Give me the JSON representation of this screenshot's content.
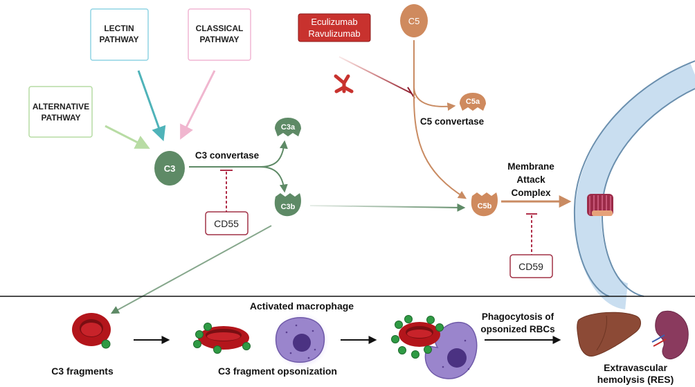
{
  "pathways": {
    "lectin": [
      "LECTIN",
      "PATHWAY"
    ],
    "classical": [
      "CLASSICAL",
      "PATHWAY"
    ],
    "alternative": [
      "ALTERNATIVE",
      "PATHWAY"
    ]
  },
  "drugs": [
    "Eculizumab",
    "Ravulizumab"
  ],
  "nodes": {
    "c5": "C5",
    "c5a": "C5a",
    "c5b": "C5b",
    "c3": "C3",
    "c3a": "C3a",
    "c3b": "C3b"
  },
  "labels": {
    "c5_convertase": "C5 convertase",
    "c3_convertase": "C3 convertase",
    "mac": [
      "Membrane",
      "Attack",
      "Complex"
    ],
    "cd55": "CD55",
    "cd59": "CD59"
  },
  "bottom": {
    "c3_fragments": "C3 fragments",
    "activated_macrophage": "Activated macrophage",
    "opsonization": "C3 fragment opsonization",
    "phagocytosis": [
      "Phagocytosis of",
      "opsonized RBCs"
    ],
    "hemolysis": [
      "Extravascular",
      "hemolysis (RES)"
    ]
  },
  "colors": {
    "lectin_border": "#8fd3e4",
    "classical_border": "#f1b5d3",
    "alternative_border": "#b5dca3",
    "drug_fill": "#c8322e",
    "c5_family": "#cf8a5e",
    "c3_family": "#5e8a66",
    "inhibitor": "#b1304a",
    "rbc": "#b3151b",
    "macrophage": "#9a85cc",
    "membrane": "#c9def0"
  }
}
